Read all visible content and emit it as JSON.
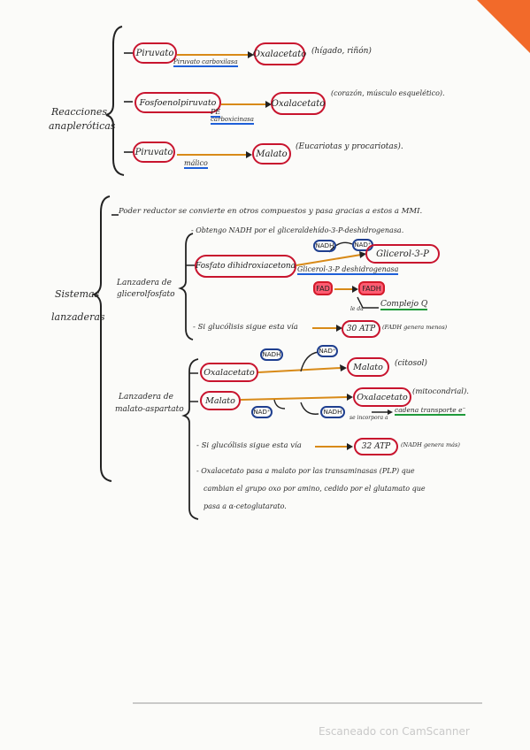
{
  "colors": {
    "red": "#c8142e",
    "blue": "#1f3f8f",
    "orange": "#e88b1c",
    "corner": "#f26a2a"
  },
  "section1": {
    "title_l1": "Reacciones",
    "title_l2": "anapleróticas",
    "row1": {
      "from": "Piruvato",
      "to": "Oxalacetato",
      "enzyme": "Piruvato carboxilasa",
      "note": "(hígado, riñón)"
    },
    "row2": {
      "from": "Fosfoenolpiruvato",
      "to": "Oxalacetato",
      "enzyme_l1": "PE",
      "enzyme_l2": "carboxicinasa",
      "note": "(corazón, músculo esquelético)."
    },
    "row3": {
      "from": "Piruvato",
      "to": "Malato",
      "enzyme": "málico",
      "note": "(Eucariotas y procariotas)."
    }
  },
  "section2": {
    "title_l1": "Sistemas",
    "title_l2": "lanzaderas",
    "intro": "Poder reductor se convierte en otros compuestos y pasa gracias a estos a MMI.",
    "g3p": {
      "label_l1": "Lanzadera de",
      "label_l2": "glicerolfosfato",
      "line1": "- Obtengo NADH por el gliceraldehído-3-P-deshidrogenasa.",
      "nadh": "NADH",
      "nad": "NAD⁺",
      "dhap": "Fosfato dihidroxiacetona",
      "g3p": "Glicerol-3-P",
      "enzyme": "Glicerol-3-P deshidrogenasa",
      "fad": "FAD",
      "fadh": "FADH",
      "complex": "Complejo Q",
      "arrow_label": "le da",
      "result_prefix": "- Si glucólisis sigue esta vía",
      "result_atp": "30 ATP",
      "result_note": "(FADH genera menos)"
    },
    "mal": {
      "label_l1": "Lanzadera de",
      "label_l2": "malato-aspartato",
      "oxa": "Oxalacetato",
      "nadh": "NADH",
      "nad": "NAD⁺",
      "malato_cyt": "Malato",
      "cytosol": "(citosol)",
      "malato": "Malato",
      "oxa_mit": "Oxalacetato",
      "mito": "(mitocondrial).",
      "nad2": "NAD⁺",
      "nadh2": "NADH",
      "incorpora": "se incorpora a",
      "cadena": "cadena transporte e⁻",
      "result_prefix": "- Si glucólisis sigue esta vía",
      "result_atp": "32 ATP",
      "result_note": "(NADH genera más)",
      "note_l1": "- Oxalacetato pasa a malato por las transaminasas (PLP) que",
      "note_l2": "cambian el grupo oxo por amino, cedido por el glutamato que",
      "note_l3": "pasa a α-cetoglutarato."
    }
  },
  "watermark": "Escaneado con CamScanner"
}
